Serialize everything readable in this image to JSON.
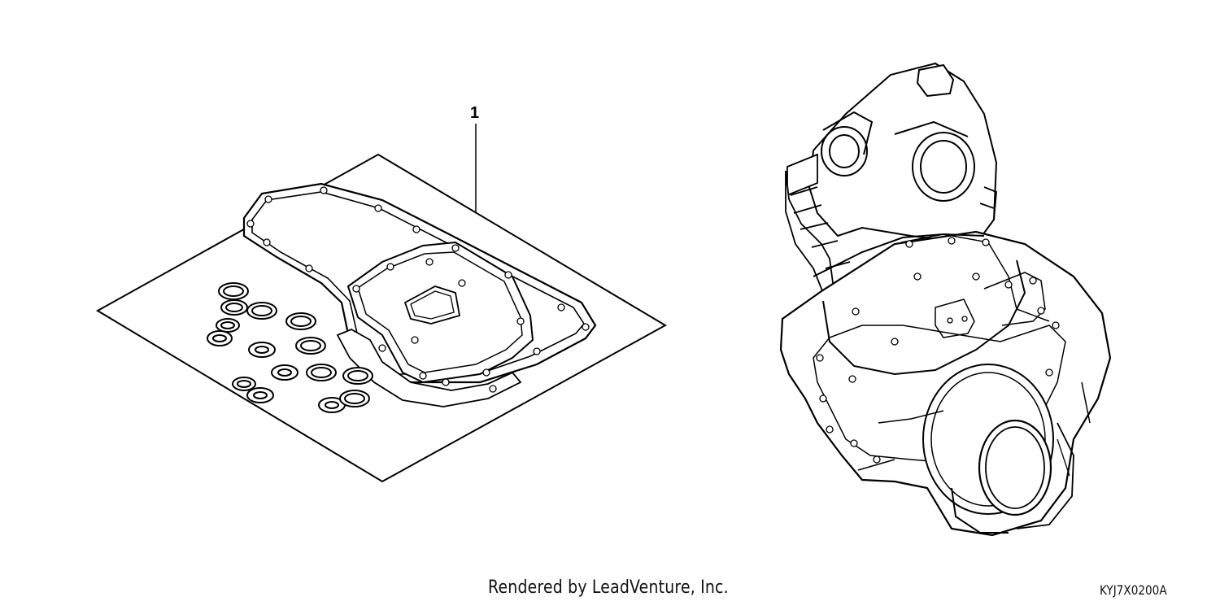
{
  "diagram": {
    "callouts": [
      {
        "label": "1"
      }
    ],
    "footer": {
      "credit": "Rendered by LeadVenture, Inc.",
      "code": "KYJ7X0200A"
    }
  }
}
